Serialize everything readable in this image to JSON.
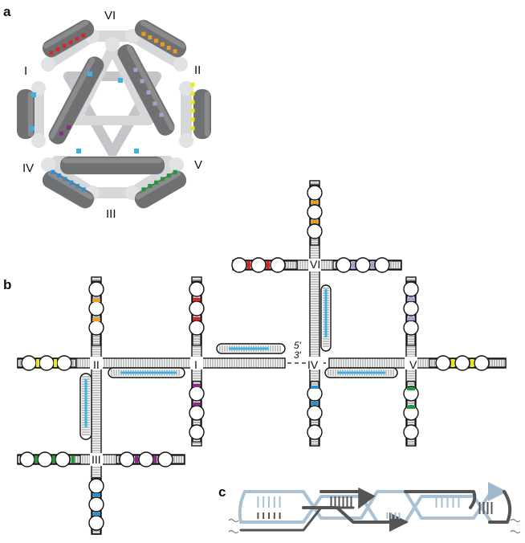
{
  "panels": {
    "a": "a",
    "b": "b",
    "c": "c"
  },
  "helix_labels_a": {
    "I": "I",
    "II": "II",
    "III": "III",
    "IV": "IV",
    "V": "V",
    "VI": "VI"
  },
  "junction_labels_b": {
    "I": "I",
    "II": "II",
    "III": "III",
    "IV": "IV",
    "V": "V",
    "VI": "VI"
  },
  "strand_ends": {
    "five_prime": "5′",
    "three_prime": "3′"
  },
  "colors": {
    "helix_gray": "#6f7072",
    "frame_light": "#d6d7d9",
    "red": "#d7262a",
    "orange": "#ee9b22",
    "yellow": "#ece61a",
    "purple": "#8c2a8a",
    "lavender": "#a9a3d4",
    "blue": "#2d8fd0",
    "green": "#1f9a3a",
    "cyan": "#3bb3e6",
    "strand_light": "#a9c1d3",
    "strand_dark": "#555555"
  }
}
